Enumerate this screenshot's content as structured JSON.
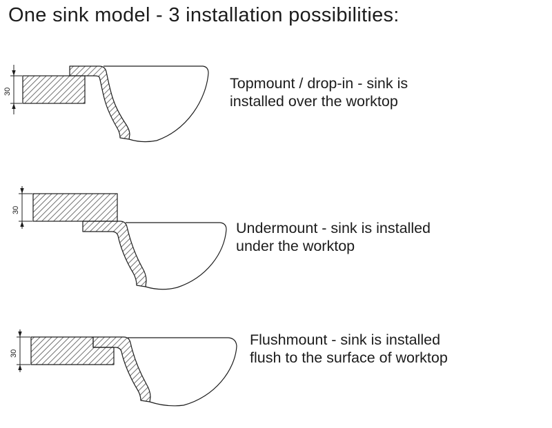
{
  "title": "One sink model - 3 installation possibilities:",
  "rows": [
    {
      "id": "topmount",
      "dimension": "30",
      "caption": "Topmount / drop-in - sink is\ninstalled over the worktop"
    },
    {
      "id": "undermount",
      "dimension": "30",
      "caption": "Undermount - sink is installed\nunder the worktop"
    },
    {
      "id": "flushmount",
      "dimension": "30",
      "caption": "Flushmount - sink is installed\nflush to the surface of worktop"
    }
  ]
}
